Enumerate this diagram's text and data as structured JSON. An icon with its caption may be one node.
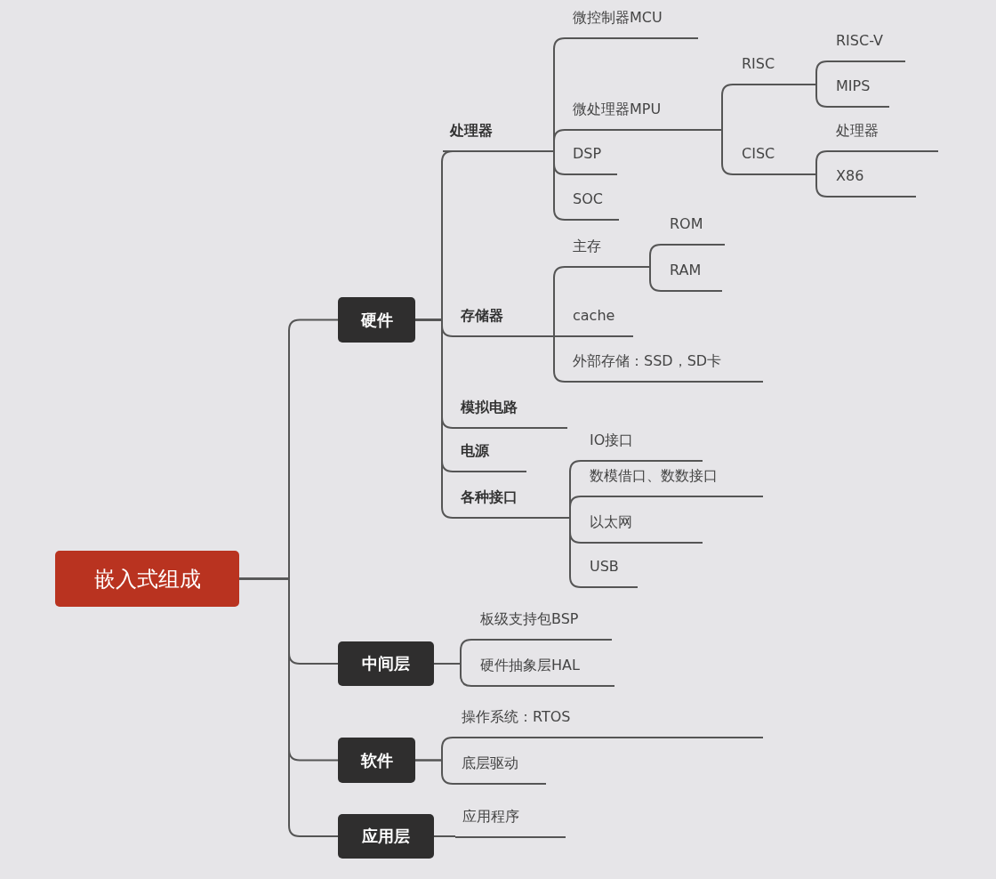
{
  "diagram": {
    "nodes": [
      {
        "text": [
          "嵌入式组成"
        ]
      },
      {
        "text": [
          "硬件"
        ]
      },
      {
        "text": [
          "处理器"
        ]
      },
      {
        "text": [
          "微控制器MCU"
        ]
      },
      {
        "text": [
          "微处理器MPU"
        ]
      },
      {
        "text": [
          "RISC"
        ]
      },
      {
        "text": [
          "RISC-V"
        ]
      },
      {
        "text": [
          "MIPS"
        ]
      },
      {
        "text": [
          "CISC"
        ]
      },
      {
        "text": [
          "处理器"
        ]
      },
      {
        "text": [
          "X86"
        ]
      },
      {
        "text": [
          "DSP"
        ]
      },
      {
        "text": [
          "SOC"
        ]
      },
      {
        "text": [
          "存储器"
        ]
      },
      {
        "text": [
          "主存"
        ]
      },
      {
        "text": [
          "ROM"
        ]
      },
      {
        "text": [
          "RAM"
        ]
      },
      {
        "text": [
          "cache"
        ]
      },
      {
        "text": [
          "外部存储：SSD，SD卡"
        ]
      },
      {
        "text": [
          "模拟电路"
        ]
      },
      {
        "text": [
          "电源"
        ]
      },
      {
        "text": [
          "各种接口"
        ]
      },
      {
        "text": [
          "IO接口"
        ]
      },
      {
        "text": [
          "数模借口、数数接口"
        ]
      },
      {
        "text": [
          "以太网"
        ]
      },
      {
        "text": [
          "USB"
        ]
      },
      {
        "text": [
          "中间层"
        ]
      },
      {
        "text": [
          "板级支持包BSP"
        ]
      },
      {
        "text": [
          "硬件抽象层HAL"
        ]
      },
      {
        "text": [
          "软件"
        ]
      },
      {
        "text": [
          "操作系统：RTOS"
        ]
      },
      {
        "text": [
          "底层驱动"
        ]
      },
      {
        "text": [
          "应用层"
        ]
      },
      {
        "text": [
          "应用程序"
        ]
      }
    ],
    "edges": [
      {
        "from": 0,
        "to": 1,
        "arrow": "none"
      },
      {
        "from": 0,
        "to": 26,
        "arrow": "none"
      },
      {
        "from": 0,
        "to": 29,
        "arrow": "none"
      },
      {
        "from": 0,
        "to": 32,
        "arrow": "none"
      },
      {
        "from": 1,
        "to": 2,
        "arrow": "none"
      },
      {
        "from": 1,
        "to": 13,
        "arrow": "none"
      },
      {
        "from": 1,
        "to": 19,
        "arrow": "none"
      },
      {
        "from": 1,
        "to": 20,
        "arrow": "none"
      },
      {
        "from": 1,
        "to": 21,
        "arrow": "none"
      },
      {
        "from": 2,
        "to": 3,
        "arrow": "none"
      },
      {
        "from": 2,
        "to": 4,
        "arrow": "none"
      },
      {
        "from": 2,
        "to": 11,
        "arrow": "none"
      },
      {
        "from": 2,
        "to": 12,
        "arrow": "none"
      },
      {
        "from": 4,
        "to": 5,
        "arrow": "none"
      },
      {
        "from": 4,
        "to": 8,
        "arrow": "none"
      },
      {
        "from": 5,
        "to": 6,
        "arrow": "none"
      },
      {
        "from": 5,
        "to": 7,
        "arrow": "none"
      },
      {
        "from": 8,
        "to": 9,
        "arrow": "none"
      },
      {
        "from": 8,
        "to": 10,
        "arrow": "none"
      },
      {
        "from": 13,
        "to": 14,
        "arrow": "none"
      },
      {
        "from": 13,
        "to": 17,
        "arrow": "none"
      },
      {
        "from": 13,
        "to": 18,
        "arrow": "none"
      },
      {
        "from": 14,
        "to": 15,
        "arrow": "none"
      },
      {
        "from": 14,
        "to": 16,
        "arrow": "none"
      },
      {
        "from": 21,
        "to": 22,
        "arrow": "none"
      },
      {
        "from": 21,
        "to": 23,
        "arrow": "none"
      },
      {
        "from": 21,
        "to": 24,
        "arrow": "none"
      },
      {
        "from": 21,
        "to": 25,
        "arrow": "none"
      },
      {
        "from": 26,
        "to": 27,
        "arrow": "none"
      },
      {
        "from": 26,
        "to": 28,
        "arrow": "none"
      },
      {
        "from": 29,
        "to": 30,
        "arrow": "none"
      },
      {
        "from": 29,
        "to": 31,
        "arrow": "none"
      },
      {
        "from": 32,
        "to": 33,
        "arrow": "none"
      }
    ]
  }
}
